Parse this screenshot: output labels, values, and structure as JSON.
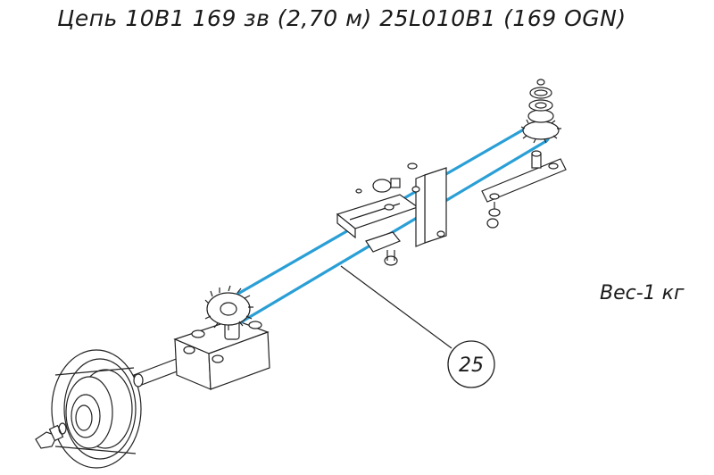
{
  "title": "Цепь 10B1 169 зв (2,70 м) 25L010B1 (169 OGN)",
  "weight_label": "Вес-1 кг",
  "callout": {
    "number": "25"
  },
  "colors": {
    "chain": "#2a9fd6",
    "lines": "#222222",
    "background": "#ffffff"
  }
}
